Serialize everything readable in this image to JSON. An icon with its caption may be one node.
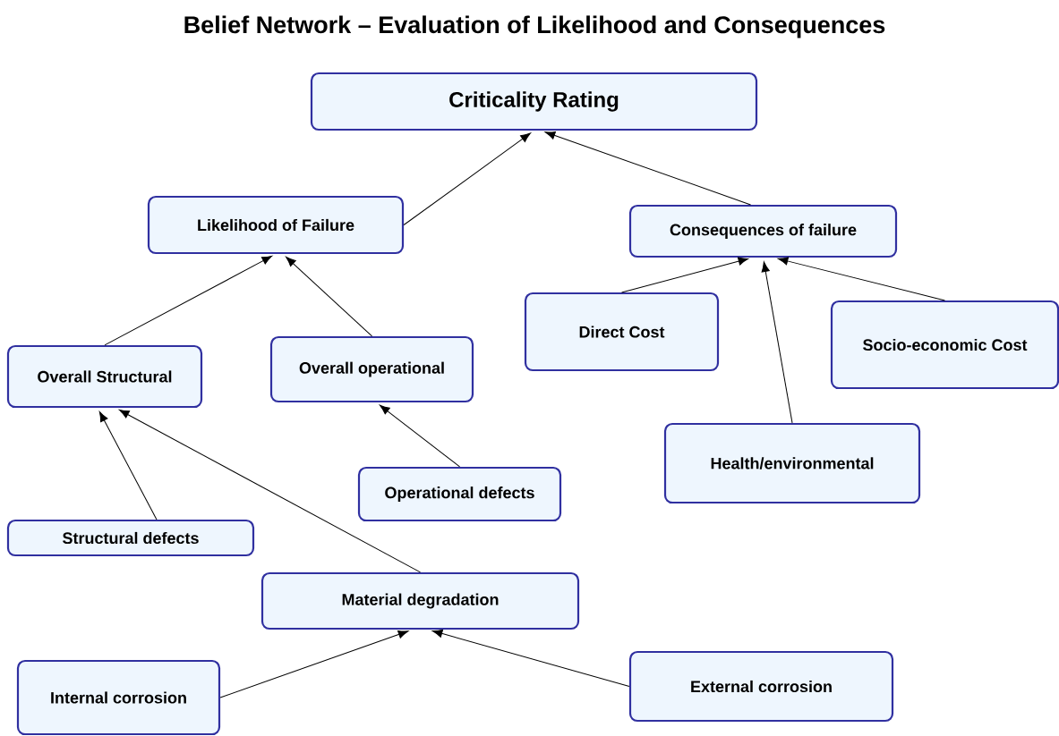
{
  "diagram": {
    "title": "Belief Network – Evaluation of Likelihood and Consequences",
    "nodes": [
      {
        "text": [
          "Criticality Rating"
        ]
      },
      {
        "text": [
          "Likelihood of Failure"
        ]
      },
      {
        "text": [
          "Consequences of failure"
        ]
      },
      {
        "text": [
          "Direct Cost"
        ]
      },
      {
        "text": [
          "Socio-economic Cost"
        ]
      },
      {
        "text": [
          "Overall Structural"
        ]
      },
      {
        "text": [
          "Overall operational"
        ]
      },
      {
        "text": [
          "Health/environmental"
        ]
      },
      {
        "text": [
          "Operational defects"
        ]
      },
      {
        "text": [
          "Structural defects"
        ]
      },
      {
        "text": [
          "Material degradation"
        ]
      },
      {
        "text": [
          "Internal corrosion"
        ]
      },
      {
        "text": [
          "External corrosion"
        ]
      }
    ],
    "edges": [
      {
        "from": 1,
        "to": 0,
        "arrow": "to"
      },
      {
        "from": 2,
        "to": 0,
        "arrow": "to"
      },
      {
        "from": 5,
        "to": 1,
        "arrow": "to"
      },
      {
        "from": 6,
        "to": 1,
        "arrow": "to"
      },
      {
        "from": 3,
        "to": 2,
        "arrow": "to"
      },
      {
        "from": 7,
        "to": 2,
        "arrow": "to"
      },
      {
        "from": 4,
        "to": 2,
        "arrow": "to"
      },
      {
        "from": 8,
        "to": 6,
        "arrow": "to"
      },
      {
        "from": 9,
        "to": 5,
        "arrow": "to"
      },
      {
        "from": 10,
        "to": 5,
        "arrow": "to"
      },
      {
        "from": 11,
        "to": 10,
        "arrow": "to"
      },
      {
        "from": 12,
        "to": 10,
        "arrow": "to"
      }
    ]
  }
}
